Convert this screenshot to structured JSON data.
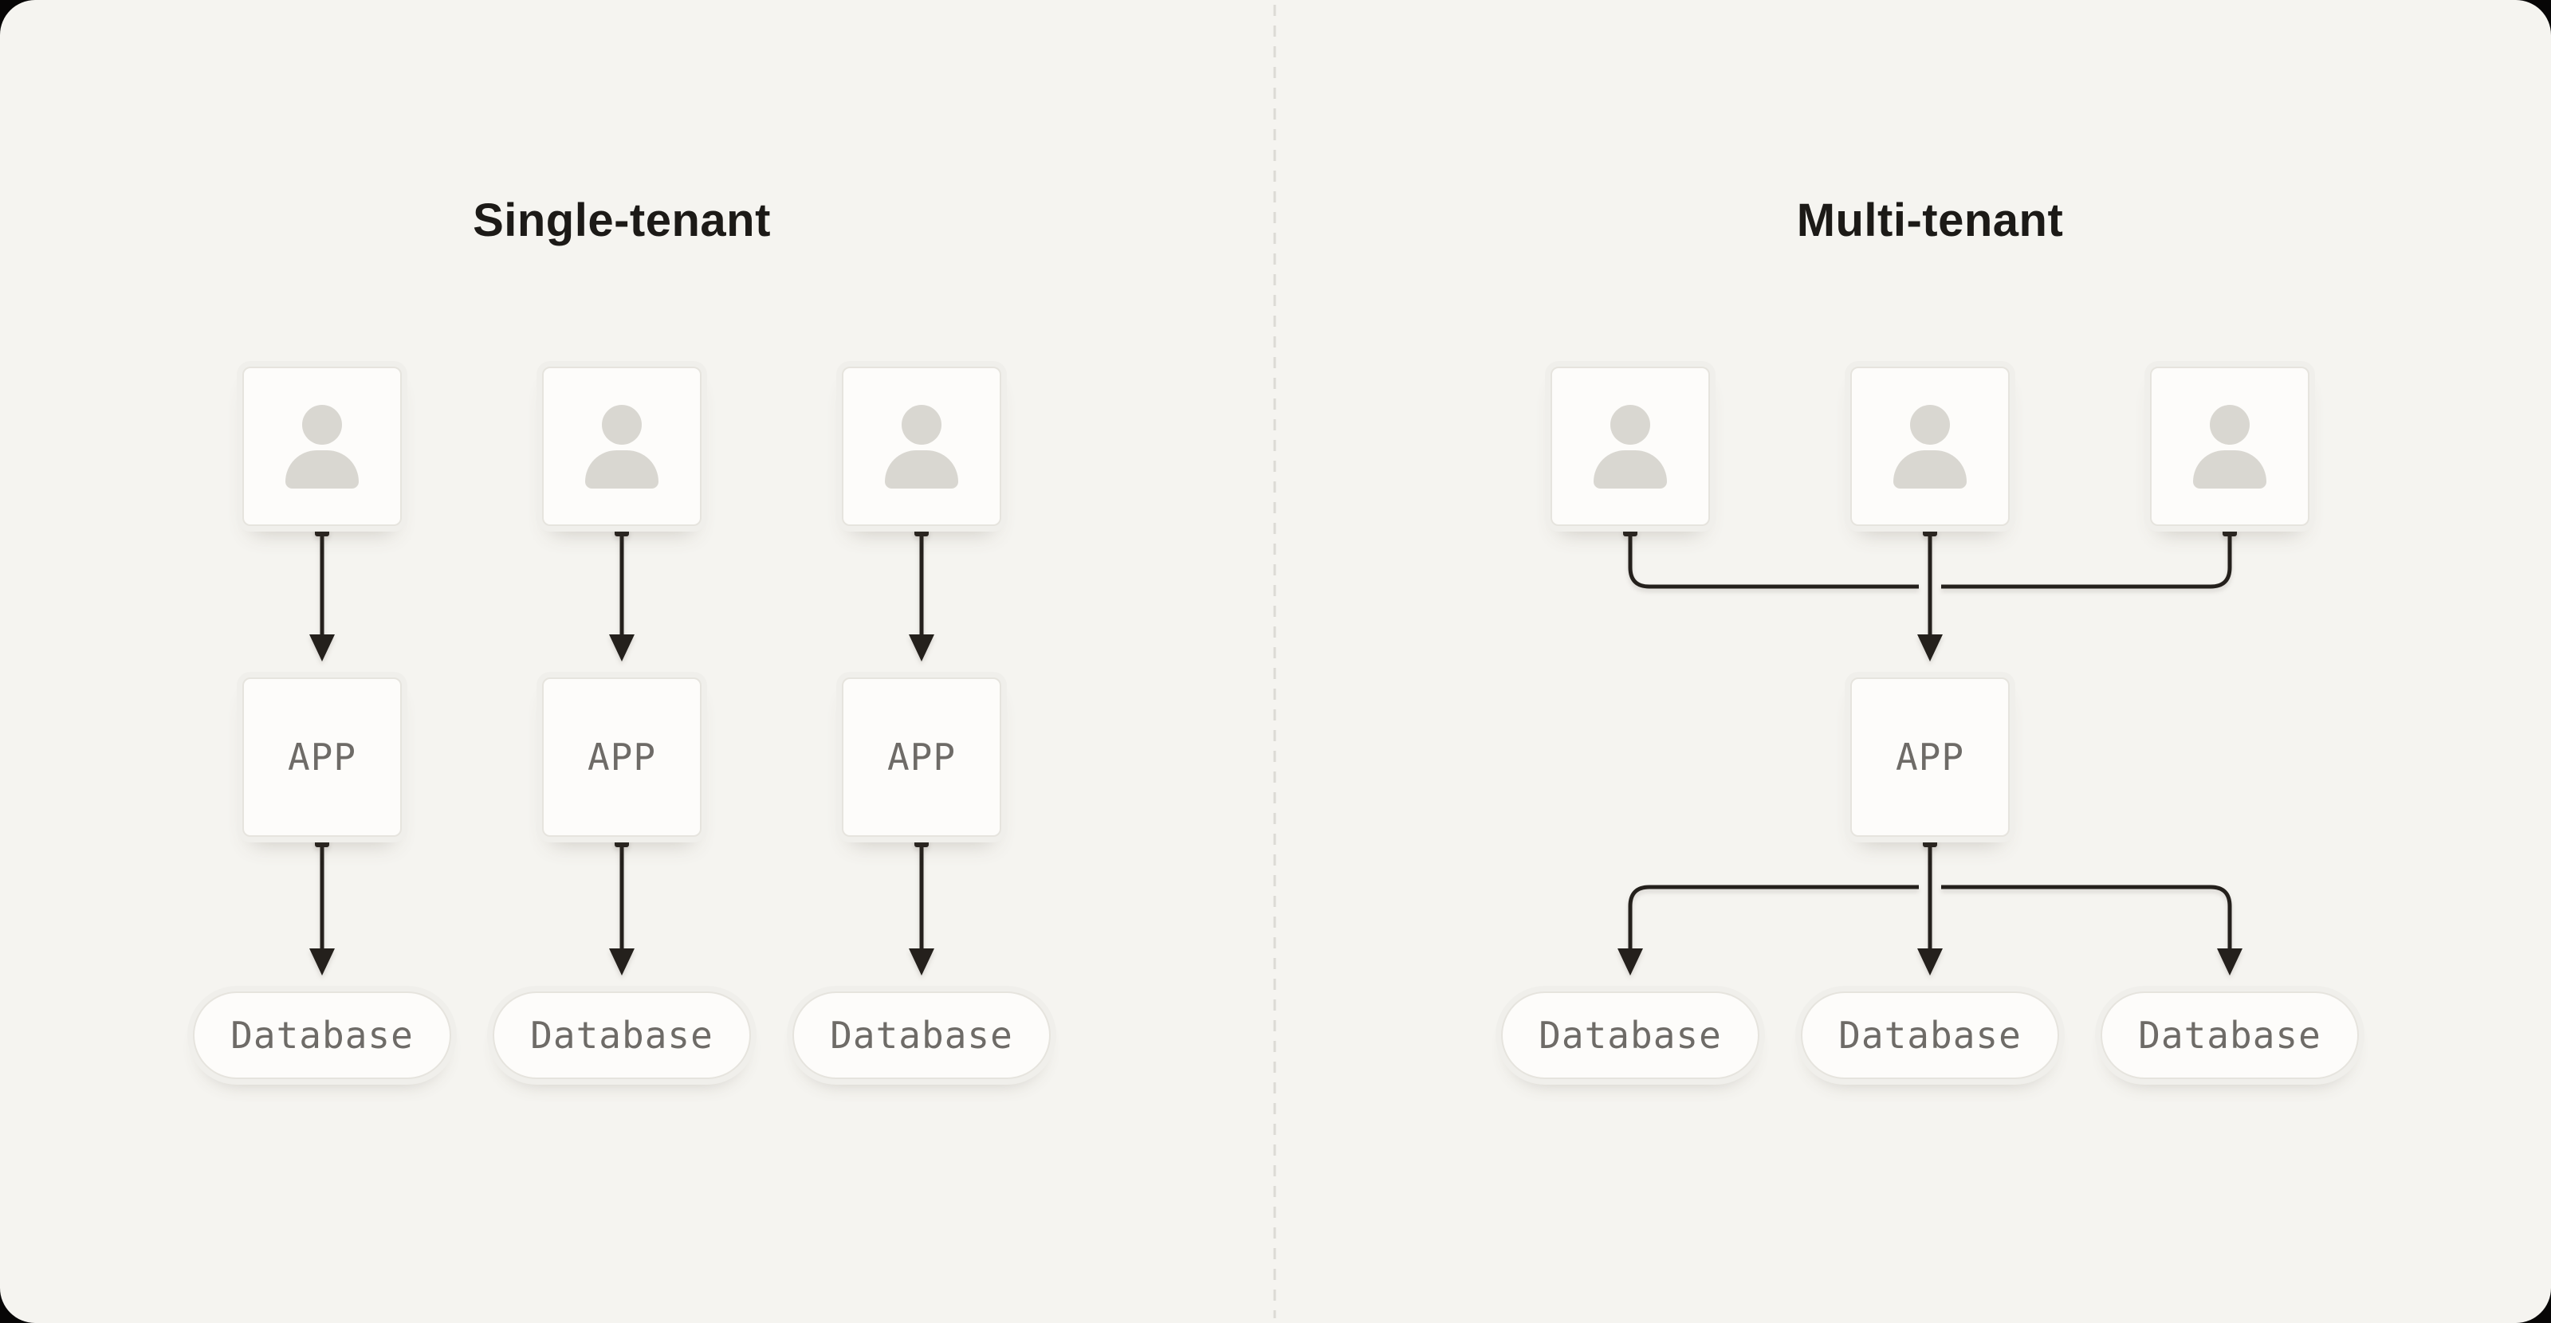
{
  "single_tenant": {
    "title": "Single-tenant",
    "app_labels": [
      "APP",
      "APP",
      "APP"
    ],
    "database_labels": [
      "Database",
      "Database",
      "Database"
    ]
  },
  "multi_tenant": {
    "title": "Multi-tenant",
    "app_label": "APP",
    "database_labels": [
      "Database",
      "Database",
      "Database"
    ]
  },
  "icons": {
    "user": "person-silhouette"
  },
  "colors": {
    "page_background": "#070606",
    "card_background": "#f5f4f0",
    "arrow": "#24201c",
    "box_fill": "#fdfcfa",
    "box_border": "#e6e4de",
    "box_halo": "#f0efeb",
    "person_icon": "#d9d7d1",
    "label_text": "#6e6b67",
    "title_text": "#1c1a17",
    "divider": "#dcdad5"
  }
}
